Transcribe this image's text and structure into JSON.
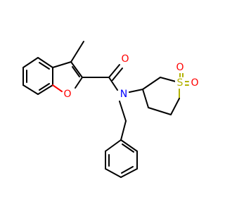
{
  "molecule": {
    "atoms": {
      "ring_oxygen": "O",
      "amide_oxygen": "O",
      "amide_nitrogen": "N",
      "sulfur": "S",
      "sulfonyl_oxygen_1": "O",
      "sulfonyl_oxygen_2": "O"
    },
    "colors": {
      "bond": "#000000",
      "oxygen": "#ff0000",
      "nitrogen": "#0000ff",
      "sulfur": "#b2b200"
    }
  }
}
